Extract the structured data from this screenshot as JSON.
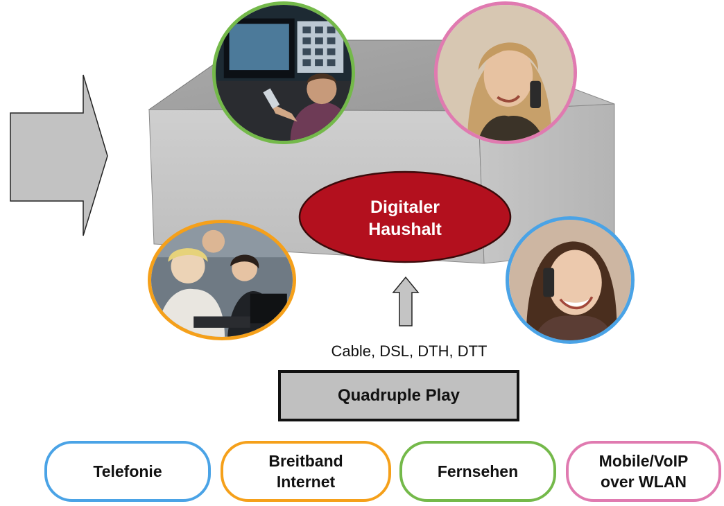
{
  "center": {
    "line1": "Digitaler",
    "line2": "Haushalt"
  },
  "technologies": "Cable, DSL, DTH, DTT",
  "platform": "Quadruple Play",
  "services": [
    {
      "lines": [
        "Telefonie"
      ],
      "color": "#4aa3e6"
    },
    {
      "lines": [
        "Breitband",
        "Internet"
      ],
      "color": "#f5a01a"
    },
    {
      "lines": [
        "Fernsehen"
      ],
      "color": "#74b94a"
    },
    {
      "lines": [
        "Mobile/VoIP",
        "over WLAN"
      ],
      "color": "#e07ab0"
    }
  ],
  "photos": [
    {
      "subject": "tv-viewer",
      "ring_color": "#74b94a"
    },
    {
      "subject": "woman-on-phone",
      "ring_color": "#e07ab0"
    },
    {
      "subject": "people-at-computer",
      "ring_color": "#f5a01a"
    },
    {
      "subject": "woman-on-mobile",
      "ring_color": "#4aa3e6"
    }
  ],
  "colors": {
    "house": "#c8c8c8",
    "ellipse": "#b3101e",
    "arrow": "#c0c0c0"
  }
}
